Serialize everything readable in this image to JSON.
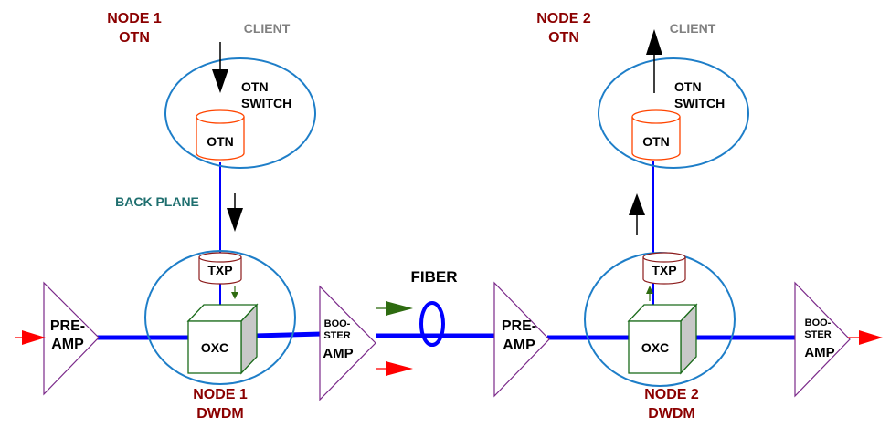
{
  "node1": {
    "otn_title_line1": "NODE 1",
    "otn_title_line2": "OTN",
    "dwdm_title_line1": "NODE 1",
    "dwdm_title_line2": "DWDM",
    "client_label": "CLIENT",
    "switch_label_line1": "OTN",
    "switch_label_line2": "SWITCH",
    "otn_cylinder_label": "OTN",
    "backplane_label": "BACK PLANE",
    "txp_label": "TXP",
    "oxc_label": "OXC",
    "preamp_line1": "PRE-",
    "preamp_line2": "AMP",
    "booster_line1": "BOO-",
    "booster_line2": "STER",
    "booster_line3": "AMP"
  },
  "node2": {
    "otn_title_line1": "NODE 2",
    "otn_title_line2": "OTN",
    "dwdm_title_line1": "NODE 2",
    "dwdm_title_line2": "DWDM",
    "client_label": "CLIENT",
    "switch_label_line1": "OTN",
    "switch_label_line2": "SWITCH",
    "otn_cylinder_label": "OTN",
    "txp_label": "TXP",
    "oxc_label": "OXC",
    "preamp_line1": "PRE-",
    "preamp_line2": "AMP",
    "booster_line1": "BOO-",
    "booster_line2": "STER",
    "booster_line3": "AMP"
  },
  "fiber_label": "FIBER",
  "colors": {
    "node_title": "#8b0000",
    "client": "#808080",
    "backplane_label": "#1f6f6f",
    "circle": "#1e7ec8",
    "link": "#0000ff",
    "cylinder": "#ff4500",
    "amp_border": "#7b2a8a",
    "oxc_border": "#1b6b1b",
    "green_arrow": "#2e6b10",
    "red_arrow": "#ff0000"
  }
}
